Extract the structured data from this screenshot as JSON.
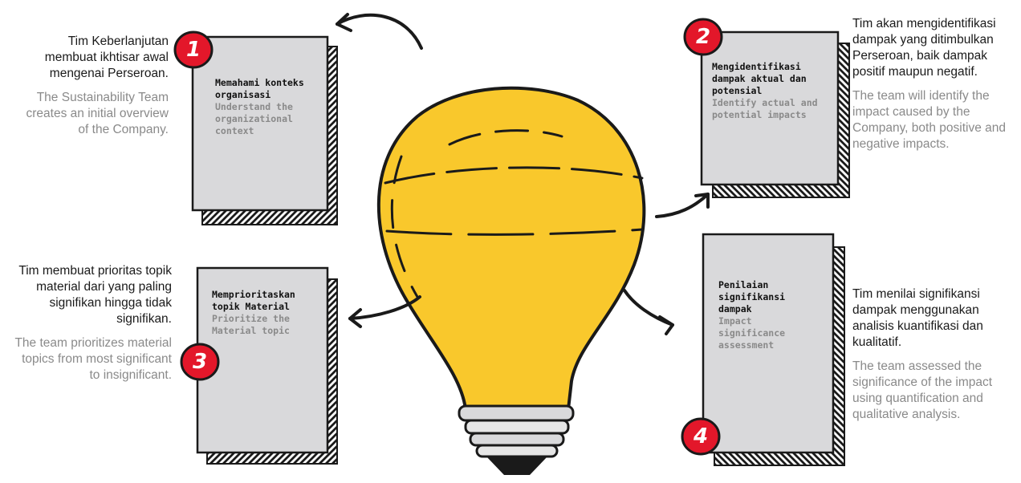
{
  "colors": {
    "bulb": "#f9c82c",
    "card": "#d9d9db",
    "badge": "#e3172a",
    "outline": "#1a1a1a",
    "english_text": "#8a8a8a"
  },
  "steps": [
    {
      "number": "1",
      "card_id": "Memahami konteks organisasi",
      "card_en": "Understand the organizational context",
      "desc_id": "Tim Keberlanjutan membuat ikhtisar awal mengenai Perseroan.",
      "desc_en": "The Sustainability Team creates an initial overview of the Company."
    },
    {
      "number": "2",
      "card_id": "Mengidentifikasi dampak aktual dan potensial",
      "card_en": "Identify actual and potential impacts",
      "desc_id": "Tim akan mengidentifikasi dampak yang ditimbulkan Perseroan, baik dampak positif maupun negatif.",
      "desc_en": "The team will identify the impact caused by the Company, both positive and negative impacts."
    },
    {
      "number": "3",
      "card_id": "Memprioritaskan topik Material",
      "card_en": "Prioritize the Material topic",
      "desc_id": "Tim membuat prioritas topik material dari yang paling signifikan hingga tidak signifikan.",
      "desc_en": "The team prioritizes material topics from most significant to insignificant."
    },
    {
      "number": "4",
      "card_id": "Penilaian signifikansi dampak",
      "card_en": "Impact significance assessment",
      "desc_id": "Tim menilai signifikansi dampak menggunakan analisis kuantifikasi dan kualitatif.",
      "desc_en": "The team assessed the significance of the impact using quantification and qualitative analysis."
    }
  ]
}
